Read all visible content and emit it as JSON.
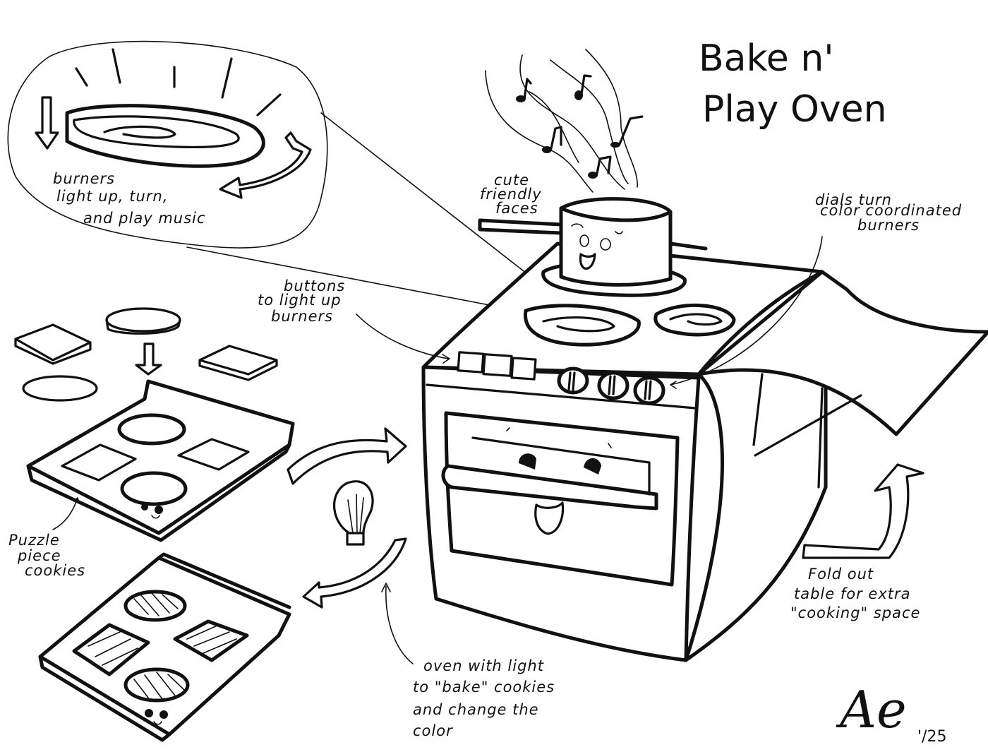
{
  "title": {
    "line1": "Bake n'",
    "line2": "Play Oven"
  },
  "annotations": {
    "burners_callout": [
      "burners",
      "light up, turn,",
      "and play music"
    ],
    "cute_faces": [
      "cute",
      "friendly",
      "faces"
    ],
    "dials": [
      "dials turn",
      "color coordinated",
      "burners"
    ],
    "buttons": [
      "buttons",
      "to light up",
      "burners"
    ],
    "puzzle_cookies": [
      "Puzzle",
      "piece",
      "cookies"
    ],
    "oven_light": [
      "oven with light",
      "to \"bake\" cookies",
      "and change the",
      "color"
    ],
    "fold_out_table": [
      "Fold out",
      "table for extra",
      "\"cooking\" space"
    ]
  },
  "signature": {
    "initials": "Ae",
    "date": "'/25"
  },
  "components": {
    "stove_buttons_count": 3,
    "dials_count": 3,
    "burners_count": 3,
    "cookie_pieces": [
      "square",
      "circle",
      "square",
      "circle"
    ],
    "music_notes_count": 5
  },
  "colors": {
    "ink": "#111111",
    "paper": "#ffffff"
  }
}
